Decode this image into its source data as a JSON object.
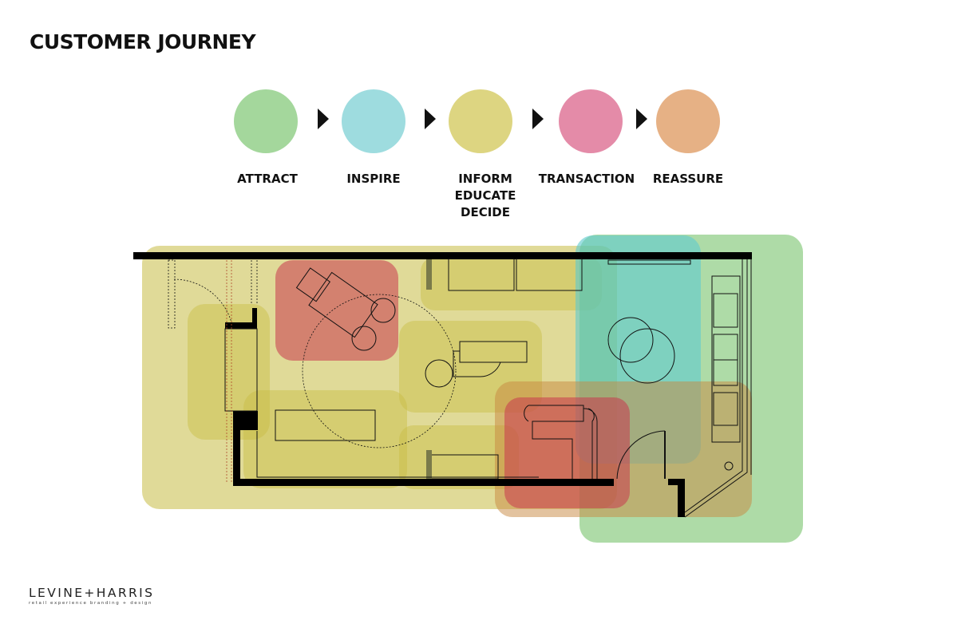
{
  "title": "CUSTOMER JOURNEY",
  "stages": [
    {
      "label": "ATTRACT",
      "color": "#a4d79c"
    },
    {
      "label": "INSPIRE",
      "color": "#9edcdf"
    },
    {
      "label": "INFORM\nEDUCATE\nDECIDE",
      "color": "#ddd581"
    },
    {
      "label": "TRANSACTION",
      "color": "#e48ba8"
    },
    {
      "label": "REASSURE",
      "color": "#e6b185"
    }
  ],
  "zones": {
    "attract": {
      "color": "#6cbd5f"
    },
    "inspire": {
      "color": "#5ec9cf"
    },
    "inform": {
      "color": "#c7bc43"
    },
    "transaction": {
      "color": "#c9384f"
    },
    "reassure": {
      "color": "#c8883f"
    }
  },
  "logo": {
    "wordmark": "LEVINE+HARRIS",
    "tagline": "retail experience branding + design"
  }
}
